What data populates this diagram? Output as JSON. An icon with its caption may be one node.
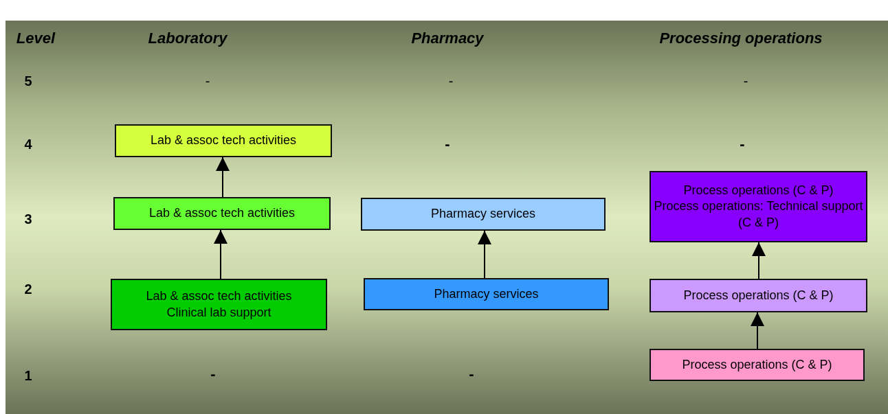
{
  "diagram": {
    "nodes": [
      {
        "text": [
          "Lab & assoc tech activities"
        ]
      },
      {
        "text": [
          "Lab & assoc tech activities"
        ]
      },
      {
        "text": [
          "Lab & assoc tech activities",
          "Clinical lab support"
        ]
      },
      {
        "text": [
          "Pharmacy services"
        ]
      },
      {
        "text": [
          "Pharmacy services"
        ]
      },
      {
        "text": [
          "Process operations (C & P)",
          "Process operations: Technical support (C & P)"
        ]
      },
      {
        "text": [
          "Process operations (C & P)"
        ]
      },
      {
        "text": [
          "Process operations (C & P)"
        ]
      }
    ],
    "edges": [
      {
        "from": 1,
        "to": 0,
        "arrow": "to"
      },
      {
        "from": 2,
        "to": 1,
        "arrow": "to"
      },
      {
        "from": 4,
        "to": 3,
        "arrow": "to"
      },
      {
        "from": 6,
        "to": 5,
        "arrow": "to"
      },
      {
        "from": 7,
        "to": 6,
        "arrow": "to"
      }
    ],
    "labels": [
      "Level",
      "Laboratory",
      "Pharmacy",
      "Processing operations",
      "5",
      "-",
      "-",
      "-",
      "4",
      "-",
      "-",
      "3",
      "2",
      "1",
      "-",
      "-"
    ]
  }
}
